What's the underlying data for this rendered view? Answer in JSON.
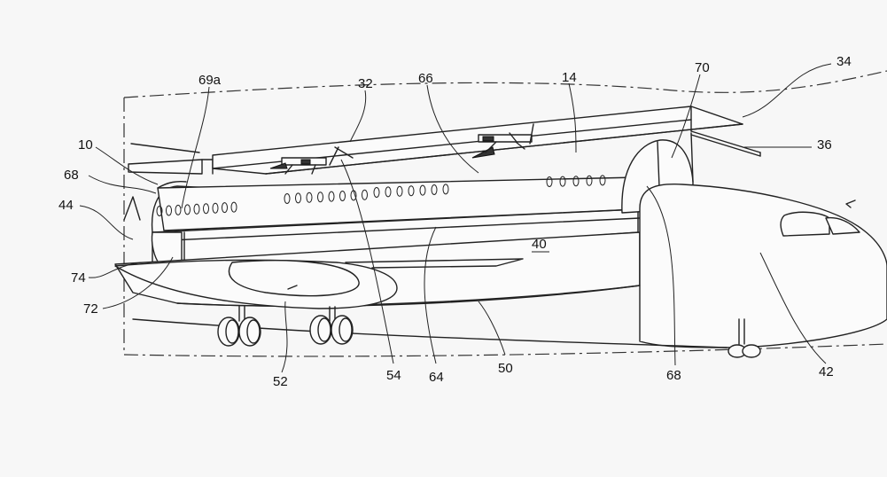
{
  "labels": {
    "l69a": "69a",
    "l32": "32",
    "l66": "66",
    "l14": "14",
    "l70": "70",
    "l34": "34",
    "l10": "10",
    "l36": "36",
    "l68a": "68",
    "l44": "44",
    "l40": "40",
    "l74": "74",
    "l72": "72",
    "l52": "52",
    "l54": "54",
    "l64": "64",
    "l50": "50",
    "l68b": "68",
    "l42": "42"
  }
}
